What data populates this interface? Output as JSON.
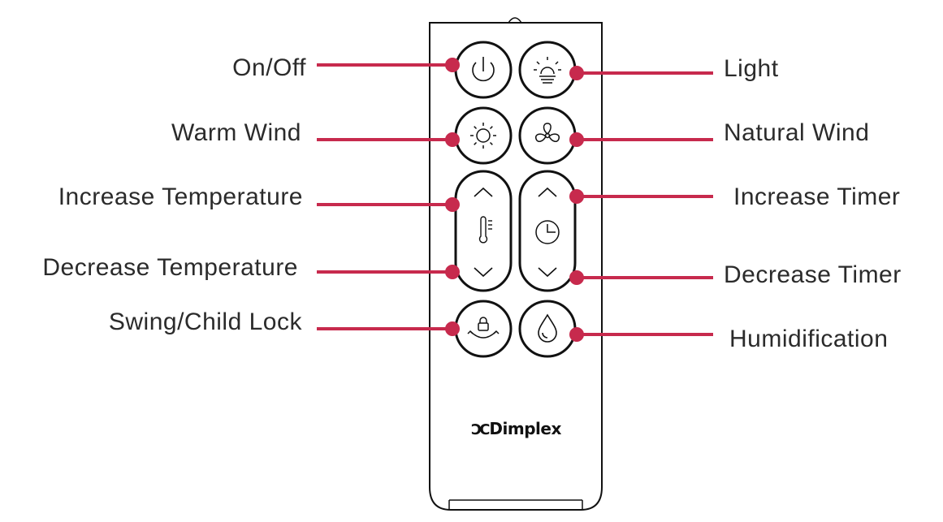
{
  "brand": "Dimplex",
  "brand_mark": "ƆC",
  "colors": {
    "callout": "#c72a4d",
    "outline": "#111111"
  },
  "buttons": {
    "power": {
      "label": "On/Off",
      "icon": "power-icon"
    },
    "light": {
      "label": "Light",
      "icon": "light-bulb-icon"
    },
    "warm_wind": {
      "label": "Warm Wind",
      "icon": "sun-icon"
    },
    "natural_wind": {
      "label": "Natural Wind",
      "icon": "fan-icon"
    },
    "temp_up": {
      "label": "Increase Temperature",
      "icon": "chevron-up-icon"
    },
    "temp_down": {
      "label": "Decrease Temperature",
      "icon": "chevron-down-icon"
    },
    "timer_up": {
      "label": "Increase Timer",
      "icon": "chevron-up-icon"
    },
    "timer_down": {
      "label": "Decrease Timer",
      "icon": "chevron-down-icon"
    },
    "swing_lock": {
      "label": "Swing/Child Lock",
      "icon": "swing-lock-icon"
    },
    "humidify": {
      "label": "Humidification",
      "icon": "droplet-icon"
    }
  }
}
